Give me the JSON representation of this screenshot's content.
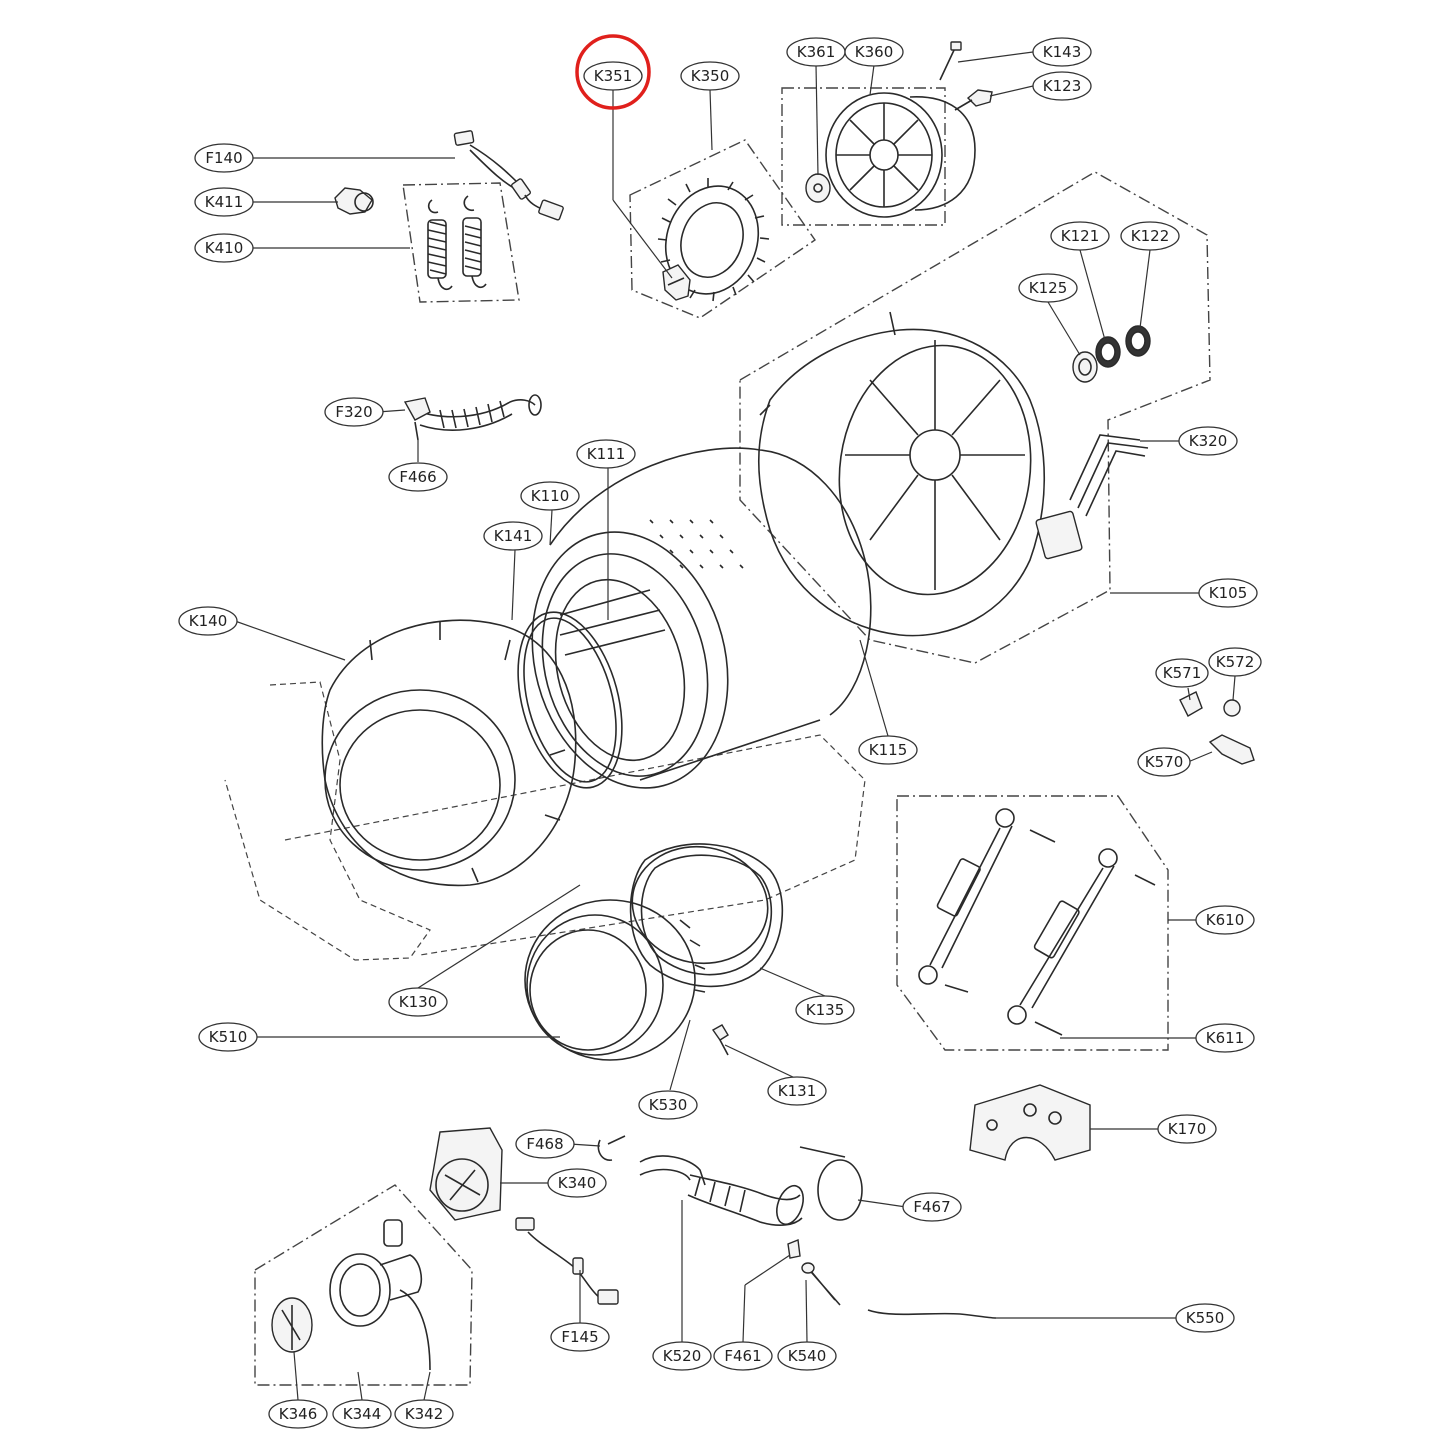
{
  "highlight_color": "#e0201c",
  "highlighted_part": "K351",
  "labels": {
    "K351": "K351",
    "K350": "K350",
    "K361": "K361",
    "K360": "K360",
    "K143": "K143",
    "K123": "K123",
    "F140": "F140",
    "K411": "K411",
    "K410": "K410",
    "K121": "K121",
    "K122": "K122",
    "K125": "K125",
    "F320": "F320",
    "F466": "F466",
    "K111": "K111",
    "K110": "K110",
    "K320": "K320",
    "K141": "K141",
    "K105": "K105",
    "K140": "K140",
    "K571": "K571",
    "K572": "K572",
    "K115": "K115",
    "K570": "K570",
    "K610": "K610",
    "K130": "K130",
    "K135": "K135",
    "K510": "K510",
    "K611": "K611",
    "K131": "K131",
    "K530": "K530",
    "K170": "K170",
    "F468": "F468",
    "K340": "K340",
    "F467": "F467",
    "K550": "K550",
    "F145": "F145",
    "K520": "K520",
    "F461": "F461",
    "K540": "K540",
    "K346": "K346",
    "K344": "K344",
    "K342": "K342"
  }
}
